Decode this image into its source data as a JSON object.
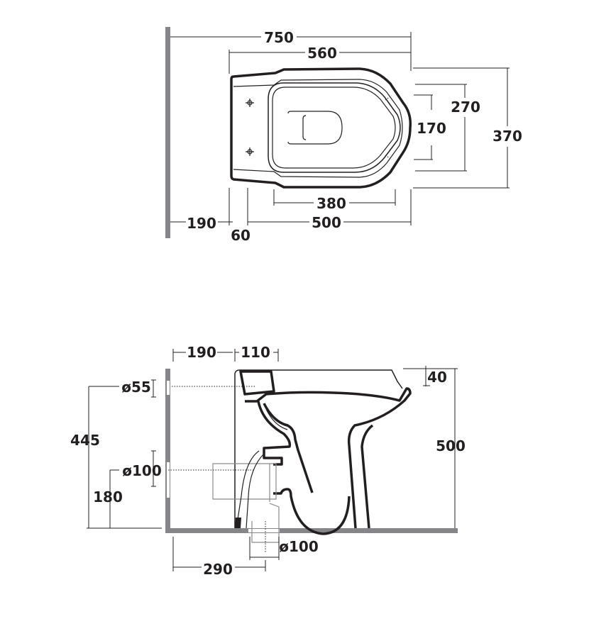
{
  "top_view": {
    "overall_length": "750",
    "bowl_length": "560",
    "total_width": "370",
    "seat_width": "270",
    "fixing_spacing": "170",
    "rim_depth": "380",
    "wall_to_rear": "190",
    "fixing_offset": "60",
    "fixing_to_front": "500"
  },
  "side_view": {
    "wall_to_body": "190",
    "inlet_depth": "110",
    "inlet_diameter": "ø55",
    "inlet_height": "445",
    "outlet_diameter": "ø100",
    "outlet_height": "180",
    "total_height": "500",
    "seat_thickness": "40",
    "floor_outlet_diameter": "ø100",
    "floor_outlet_distance": "290"
  },
  "colors": {
    "line": "#231f20",
    "wall": "#86868a"
  }
}
